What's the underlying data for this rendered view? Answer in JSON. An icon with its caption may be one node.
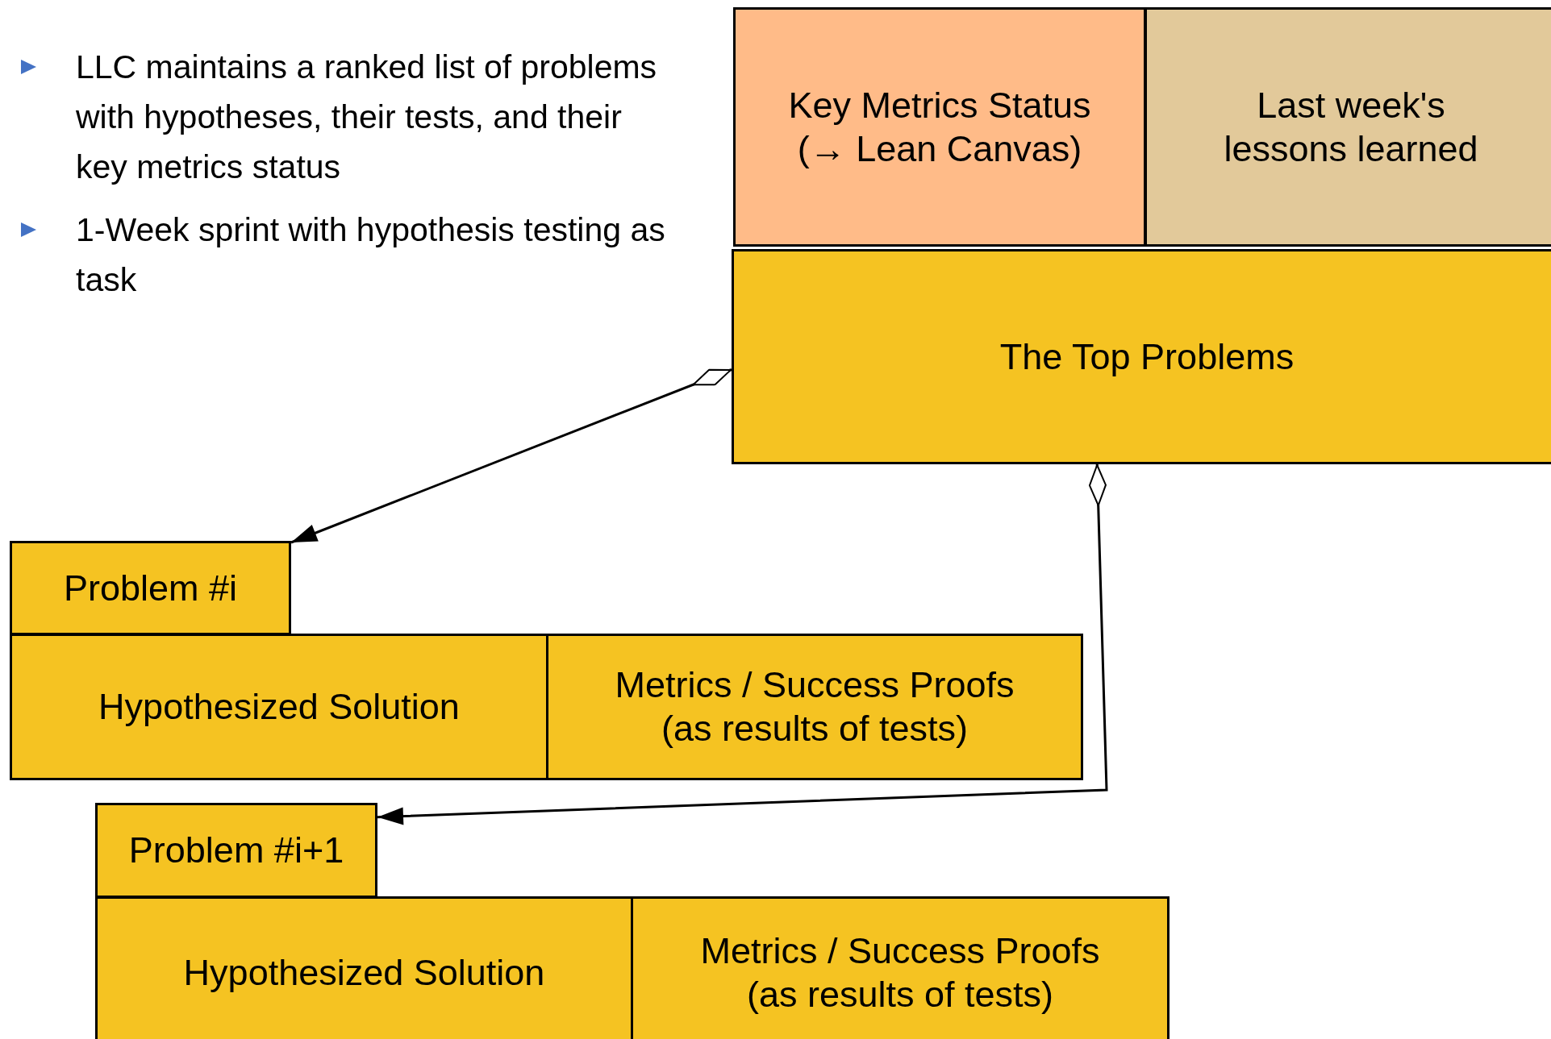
{
  "diagram": {
    "nodes": [
      {
        "text": [
          "Key Metrics Status (→ Lean Canvas)"
        ]
      },
      {
        "text": [
          "Last week's lessons learned"
        ]
      },
      {
        "text": [
          "The Top Problems"
        ]
      },
      {
        "text": [
          "Problem #i"
        ]
      },
      {
        "text": [
          "Hypothesized Solution"
        ]
      },
      {
        "text": [
          "Metrics / Success Proofs (as results of tests)"
        ]
      },
      {
        "text": [
          "Problem #i+1"
        ]
      },
      {
        "text": [
          "Hypothesized Solution"
        ]
      },
      {
        "text": [
          "Metrics / Success Proofs (as results of tests)"
        ]
      }
    ],
    "edges": [
      {
        "from": 2,
        "to": 3,
        "arrow": "to"
      },
      {
        "from": 2,
        "to": 6,
        "arrow": "to"
      }
    ],
    "labels": [
      "LLC maintains a ranked list of problems  with hypotheses, their tests, and their key metrics status",
      "1-Week sprint with hypothesis testing as task"
    ]
  }
}
